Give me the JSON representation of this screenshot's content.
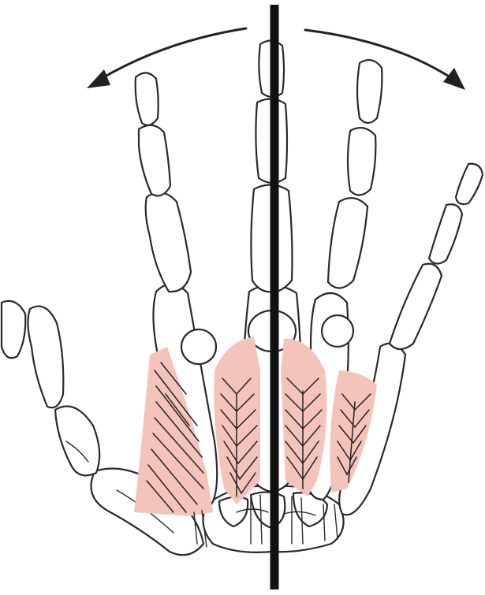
{
  "figure": {
    "subject": "hand-skeleton-with-interossei",
    "colors": {
      "background": "#ffffff",
      "bone_outline": "#2a2a2a",
      "muscle_fill": "#f4c4bb",
      "fiber_stroke": "#222222",
      "axis_line": "#111111",
      "arrow": "#222222"
    },
    "features": {
      "midline_axis": "vertical-reference-line-through-middle-finger",
      "left_arrow": "abduction-arrow-toward-index",
      "right_arrow": "abduction-arrow-toward-ring-little",
      "muscles": "dorsal-interossei-pink-bipennate"
    }
  }
}
